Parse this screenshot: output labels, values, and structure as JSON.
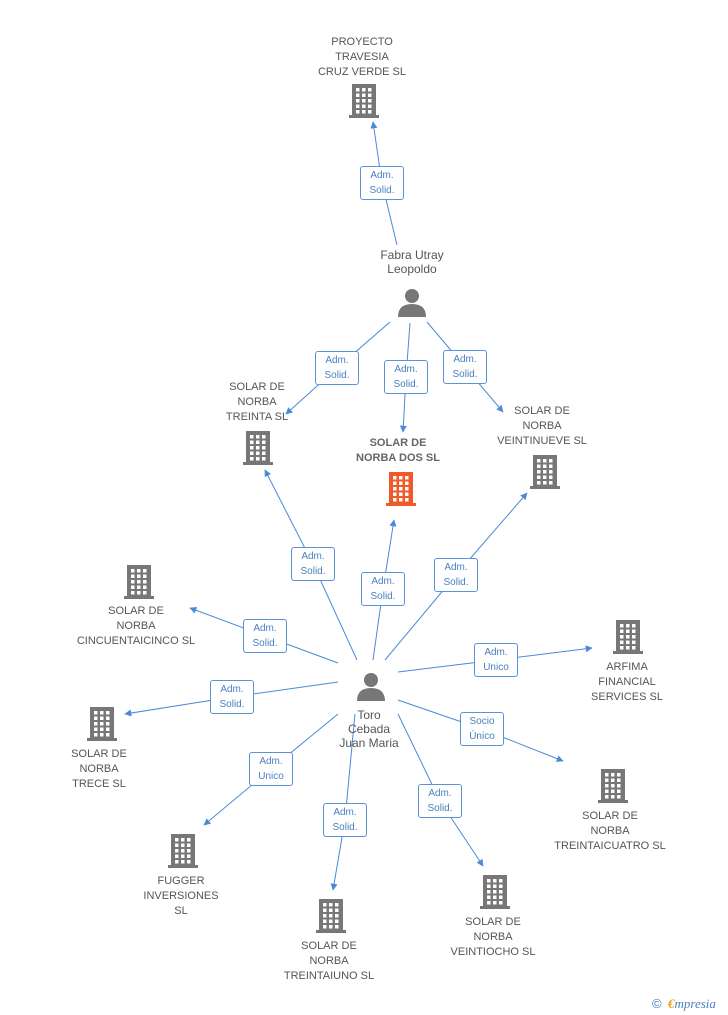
{
  "diagram": {
    "colors": {
      "edge": "#4a8ad8",
      "building": "#777777",
      "focus": "#f05a28",
      "person": "#777777"
    },
    "nodes": {
      "proyecto": {
        "label": "PROYECTO\nTRAVESIA\nCRUZ VERDE SL",
        "icon": "building-icon"
      },
      "fabra": {
        "label": "Fabra Utray\nLeopoldo",
        "icon": "person-icon"
      },
      "treinta": {
        "label": "SOLAR DE\nNORBA\nTREINTA SL",
        "icon": "building-icon"
      },
      "dos": {
        "label": "SOLAR DE\nNORBA DOS SL",
        "icon": "building-icon"
      },
      "veintinueve": {
        "label": "SOLAR DE\nNORBA\nVEINTINUEVE SL",
        "icon": "building-icon"
      },
      "cincuentaicinco": {
        "label": "SOLAR DE\nNORBA\nCINCUENTAICINCO SL",
        "icon": "building-icon"
      },
      "toro": {
        "label": "Toro\nCebada\nJuan Maria",
        "icon": "person-icon"
      },
      "arfima": {
        "label": "ARFIMA\nFINANCIAL\nSERVICES  SL",
        "icon": "building-icon"
      },
      "trece": {
        "label": "SOLAR DE\nNORBA\nTRECE SL",
        "icon": "building-icon"
      },
      "treintaicuatro": {
        "label": "SOLAR DE\nNORBA\nTREINTAICUATRO SL",
        "icon": "building-icon"
      },
      "fugger": {
        "label": "FUGGER\nINVERSIONES\nSL",
        "icon": "building-icon"
      },
      "treintaiuno": {
        "label": "SOLAR DE\nNORBA\nTREINTAIUNO SL",
        "icon": "building-icon"
      },
      "veintiocho": {
        "label": "SOLAR DE\nNORBA\nVEINTIOCHO SL",
        "icon": "building-icon"
      }
    },
    "edges": [
      {
        "from": "fabra",
        "to": "proyecto",
        "label": "Adm.\nSolid."
      },
      {
        "from": "fabra",
        "to": "treinta",
        "label": "Adm.\nSolid."
      },
      {
        "from": "fabra",
        "to": "dos",
        "label": "Adm.\nSolid."
      },
      {
        "from": "fabra",
        "to": "veintinueve",
        "label": "Adm.\nSolid."
      },
      {
        "from": "toro",
        "to": "treinta",
        "label": "Adm.\nSolid."
      },
      {
        "from": "toro",
        "to": "dos",
        "label": "Adm.\nSolid."
      },
      {
        "from": "toro",
        "to": "veintinueve",
        "label": "Adm.\nSolid."
      },
      {
        "from": "toro",
        "to": "cincuentaicinco",
        "label": "Adm.\nSolid."
      },
      {
        "from": "toro",
        "to": "arfima",
        "label": "Adm.\nUnico"
      },
      {
        "from": "toro",
        "to": "trece",
        "label": "Adm.\nSolid."
      },
      {
        "from": "toro",
        "to": "treintaicuatro",
        "label": "Socio\nÚnico"
      },
      {
        "from": "toro",
        "to": "fugger",
        "label": "Adm.\nUnico"
      },
      {
        "from": "toro",
        "to": "treintaiuno",
        "label": "Adm.\nSolid."
      },
      {
        "from": "toro",
        "to": "veintiocho",
        "label": "Adm.\nSolid."
      }
    ]
  },
  "footer": {
    "copyright_symbol": "©",
    "brand_initial": "€",
    "brand_rest": "mpresia"
  }
}
